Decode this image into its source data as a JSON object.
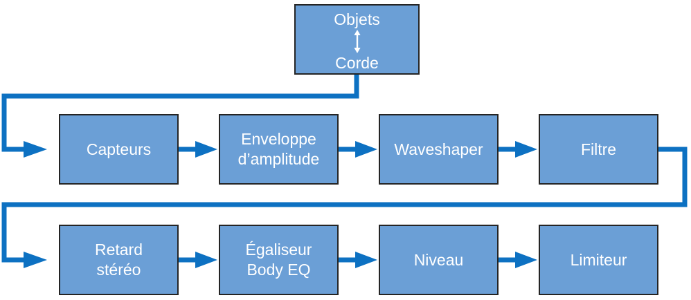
{
  "diagram": {
    "nodes": {
      "top": {
        "line1": "Objets",
        "line2": "Corde"
      },
      "capteurs": {
        "line1": "Capteurs",
        "line2": ""
      },
      "enveloppe": {
        "line1": "Enveloppe",
        "line2": "d’amplitude"
      },
      "waveshaper": {
        "line1": "Waveshaper",
        "line2": ""
      },
      "filtre": {
        "line1": "Filtre",
        "line2": ""
      },
      "retard": {
        "line1": "Retard",
        "line2": "stéréo"
      },
      "egaliseur": {
        "line1": "Égaliseur",
        "line2": "Body EQ"
      },
      "niveau": {
        "line1": "Niveau",
        "line2": ""
      },
      "limiteur": {
        "line1": "Limiteur",
        "line2": ""
      }
    },
    "connections": [
      {
        "from": "objets-corde",
        "to": "capteurs"
      },
      {
        "from": "capteurs",
        "to": "enveloppe-amplitude"
      },
      {
        "from": "enveloppe-amplitude",
        "to": "waveshaper"
      },
      {
        "from": "waveshaper",
        "to": "filtre"
      },
      {
        "from": "filtre",
        "to": "retard-stereo"
      },
      {
        "from": "retard-stereo",
        "to": "egaliseur-body-eq"
      },
      {
        "from": "egaliseur-body-eq",
        "to": "niveau"
      },
      {
        "from": "niveau",
        "to": "limiteur"
      },
      {
        "from": "objets",
        "to": "corde",
        "bidirectional": true
      }
    ],
    "colors": {
      "node_fill": "#6b9fd6",
      "node_border": "#242424",
      "connector_blue": "#0d71c2",
      "label_text": "#ffffff"
    }
  }
}
